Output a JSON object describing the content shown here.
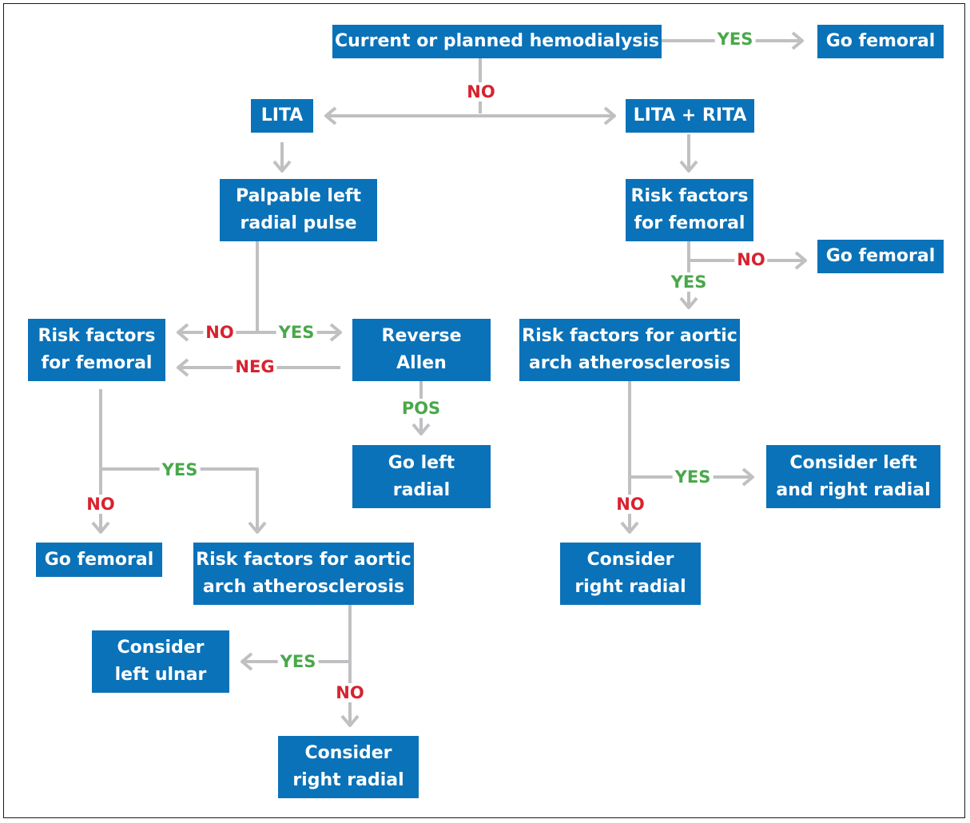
{
  "colors": {
    "box": "#0a72b8",
    "box_text": "#ffffff",
    "line": "#c0c0c3",
    "yes": "#49a84a",
    "no": "#d6232f",
    "border": "#1a1a1a"
  },
  "nodes": {
    "hemodialysis": "Current or planned hemodialysis",
    "go_femoral_top": "Go femoral",
    "lita": "LITA",
    "lita_rita": "LITA + RITA",
    "palpable_pulse": "Palpable left\nradial pulse",
    "risk_femoral_right": "Risk factors\nfor femoral",
    "go_femoral_right": "Go femoral",
    "risk_femoral_left": "Risk factors\nfor femoral",
    "reverse_allen": "Reverse\nAllen",
    "risk_aortic_right": "Risk factors for aortic\narch atherosclerosis",
    "go_left_radial": "Go left\nradial",
    "consider_lr_radial": "Consider left\nand right radial",
    "go_femoral_left": "Go femoral",
    "risk_aortic_left": "Risk factors for aortic\narch atherosclerosis",
    "consider_right_radial_right": "Consider\nright radial",
    "consider_left_ulnar": "Consider\nleft ulnar",
    "consider_right_radial_bottom": "Consider\nright radial"
  },
  "labels": {
    "hemo_yes": "YES",
    "hemo_no": "NO",
    "femoral_right_no": "NO",
    "femoral_right_yes": "YES",
    "pulse_no": "NO",
    "pulse_yes": "YES",
    "allen_neg": "NEG",
    "allen_pos": "POS",
    "femoral_left_yes": "YES",
    "femoral_left_no": "NO",
    "aortic_right_yes": "YES",
    "aortic_right_no": "NO",
    "aortic_left_yes": "YES",
    "aortic_left_no": "NO"
  }
}
